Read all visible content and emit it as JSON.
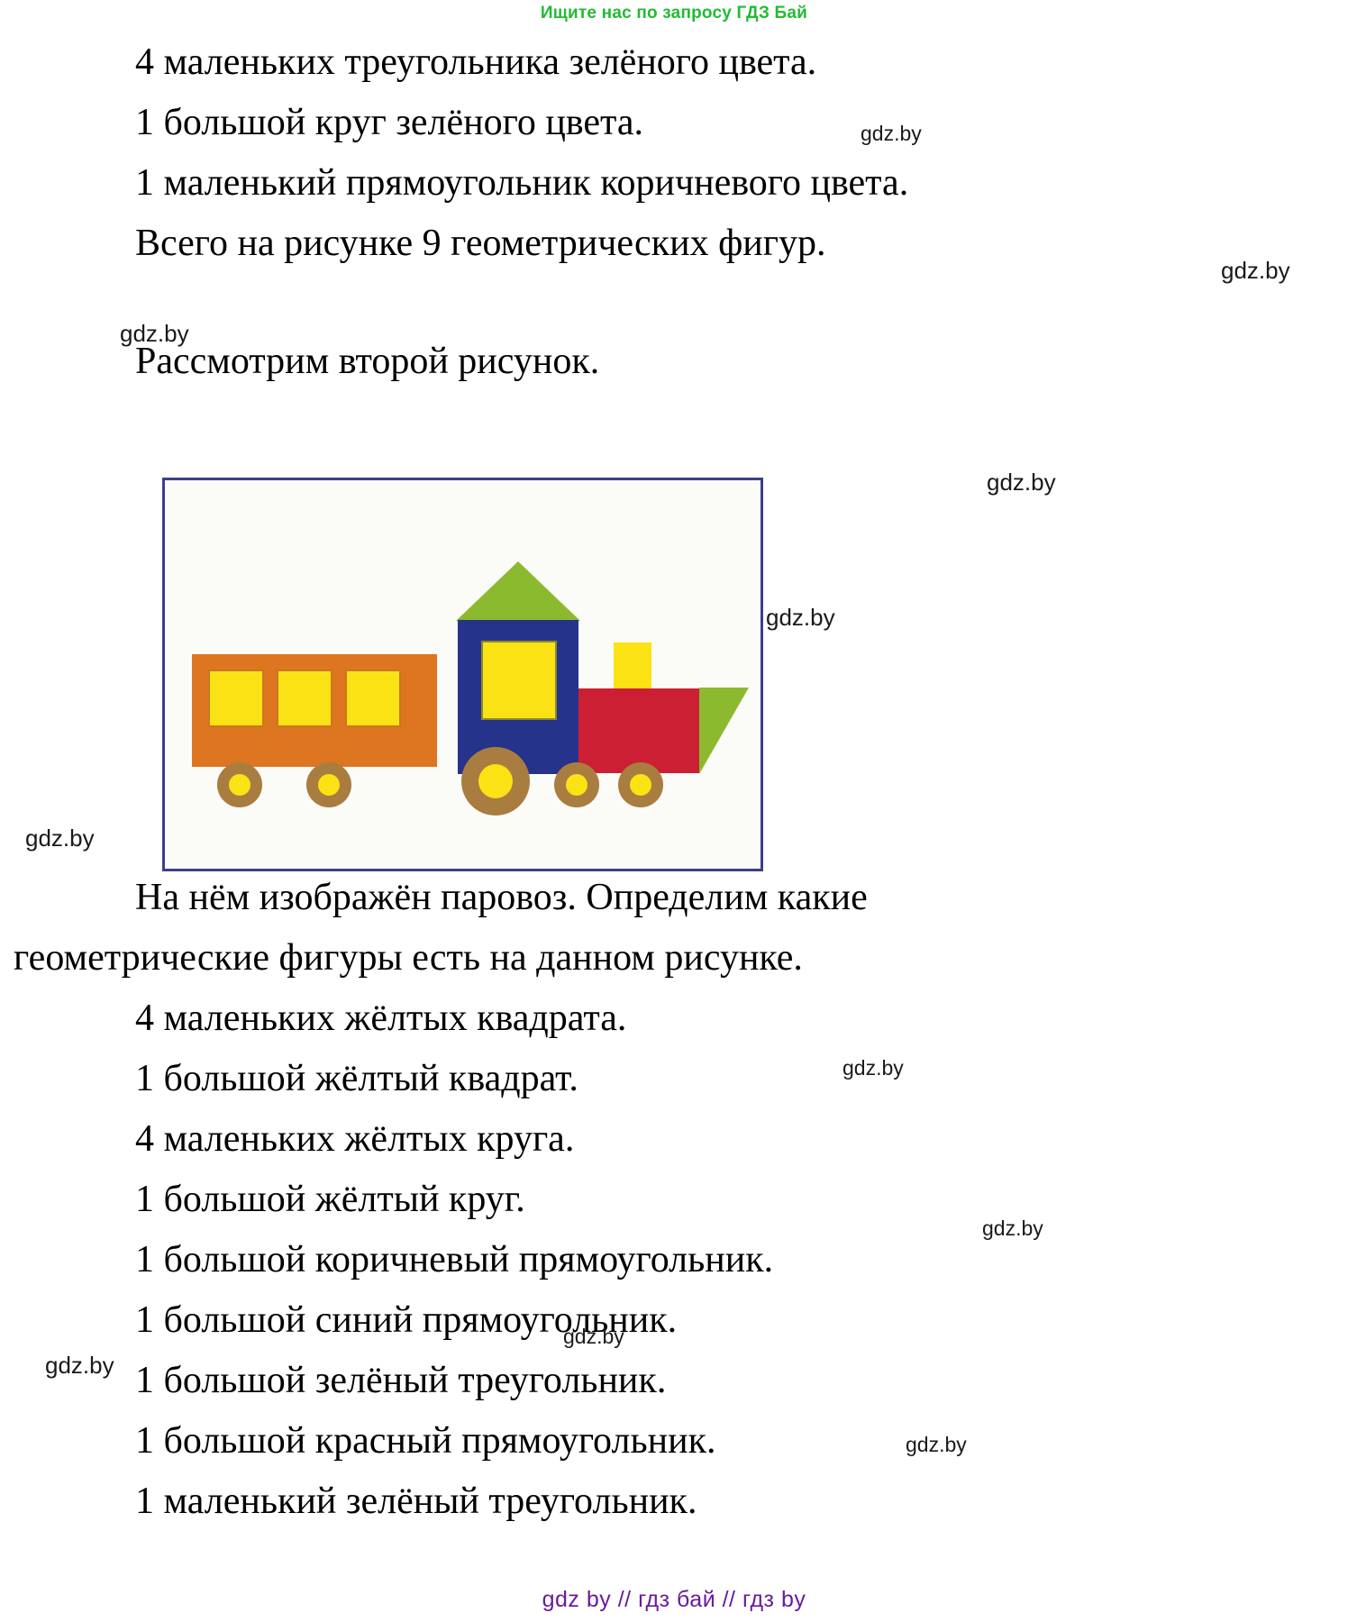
{
  "promo": {
    "text": "Ищите нас по запросу ГДЗ Бай",
    "color": "#22bb33"
  },
  "paragraphs": [
    {
      "id": "p1",
      "text": "4 маленьких треугольника зелёного цвета."
    },
    {
      "id": "p2",
      "text": "1 большой круг зелёного цвета."
    },
    {
      "id": "p3",
      "text": "1 маленький прямоугольник коричневого цвета."
    },
    {
      "id": "p4",
      "text": "Всего на рисунке 9 геометрических фигур."
    },
    {
      "id": "p5",
      "text": "Рассмотрим второй рисунок."
    },
    {
      "id": "p6",
      "text": "На нём изображён паровоз. Определим какие"
    },
    {
      "id": "p7",
      "text": "геометрические фигуры есть на данном рисунке."
    },
    {
      "id": "p8",
      "text": "4 маленьких жёлтых квадрата."
    },
    {
      "id": "p9",
      "text": "1 большой жёлтый квадрат."
    },
    {
      "id": "p10",
      "text": "4 маленьких жёлтых круга."
    },
    {
      "id": "p11",
      "text": "1 большой жёлтый круг."
    },
    {
      "id": "p12",
      "text": "1 большой коричневый прямоугольник."
    },
    {
      "id": "p13",
      "text": "1 большой синий прямоугольник."
    },
    {
      "id": "p14",
      "text": "1 большой зелёный треугольник."
    },
    {
      "id": "p15",
      "text": "1 большой красный прямоугольник."
    },
    {
      "id": "p16",
      "text": "1 маленький зелёный треугольник."
    }
  ],
  "watermarks": [
    {
      "id": "wm1",
      "text": "gdz.by"
    },
    {
      "id": "wm2",
      "text": "gdz.by"
    },
    {
      "id": "wm3",
      "text": "gdz.by"
    },
    {
      "id": "wm4",
      "text": "gdz.by"
    },
    {
      "id": "wm5",
      "text": "gdz.by"
    },
    {
      "id": "wm6",
      "text": "gdz.by"
    },
    {
      "id": "wm7",
      "text": "gdz.by"
    },
    {
      "id": "wm8",
      "text": "gdz.by"
    },
    {
      "id": "wm9",
      "text": "gdz.by"
    },
    {
      "id": "wm10",
      "text": "gdz.by"
    },
    {
      "id": "wm11",
      "text": "gdz.by"
    },
    {
      "id": "wm12",
      "text": "gdz.by"
    }
  ],
  "figure": {
    "caption_note": "Паровоз из геометрических фигур",
    "border_color": "#3b3f8c",
    "background": "#fbfbf8",
    "shapes": [
      {
        "name": "wagon-body",
        "shape": "rectangle",
        "color": "#dd7521"
      },
      {
        "name": "wagon-window-1",
        "shape": "square",
        "color": "#fbe215"
      },
      {
        "name": "wagon-window-2",
        "shape": "square",
        "color": "#fbe215"
      },
      {
        "name": "wagon-window-3",
        "shape": "square",
        "color": "#fbe215"
      },
      {
        "name": "locomotive-cab",
        "shape": "rectangle",
        "color": "#25348a"
      },
      {
        "name": "cab-window",
        "shape": "square",
        "color": "#fbe215"
      },
      {
        "name": "roof-triangle",
        "shape": "triangle",
        "color": "#8cba2e"
      },
      {
        "name": "boiler",
        "shape": "rectangle",
        "color": "#cc1f34"
      },
      {
        "name": "chimney",
        "shape": "rectangle",
        "color": "#fbe215"
      },
      {
        "name": "cowcatcher",
        "shape": "triangle",
        "color": "#8cba2e"
      },
      {
        "name": "wheel-1",
        "shape": "circle",
        "color": "#a87d3f"
      },
      {
        "name": "wheel-2",
        "shape": "circle",
        "color": "#a87d3f"
      },
      {
        "name": "wheel-3-big",
        "shape": "circle",
        "color": "#a87d3f"
      },
      {
        "name": "wheel-4",
        "shape": "circle",
        "color": "#a87d3f"
      },
      {
        "name": "wheel-5",
        "shape": "circle",
        "color": "#a87d3f"
      }
    ]
  },
  "footer": {
    "text": "gdz by  //  гдз бай  //  гдз by",
    "color": "#6a1b9a"
  }
}
